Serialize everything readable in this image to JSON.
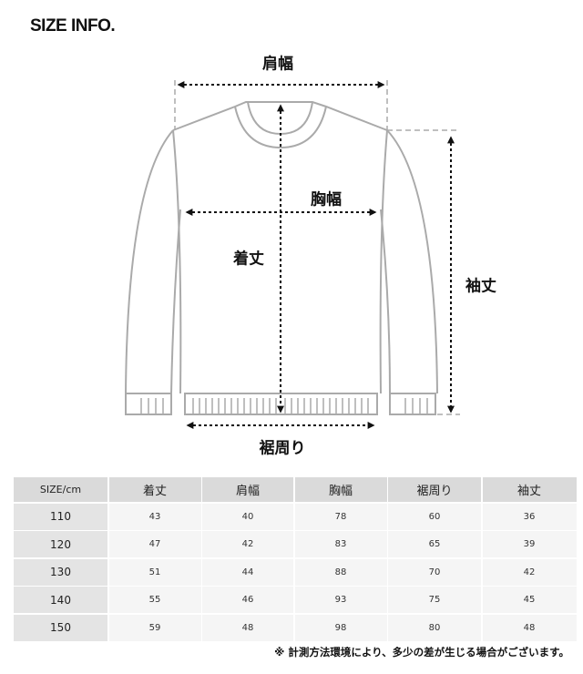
{
  "title": "SIZE INFO.",
  "diagram": {
    "shoulder_label": "肩幅",
    "chest_label": "胸幅",
    "length_label": "着丈",
    "sleeve_label": "袖丈",
    "hem_label": "裾周り"
  },
  "table": {
    "headers": [
      "SIZE/cm",
      "着丈",
      "肩幅",
      "胸幅",
      "裾周り",
      "袖丈"
    ],
    "rows": [
      [
        "110",
        "43",
        "40",
        "78",
        "60",
        "36"
      ],
      [
        "120",
        "47",
        "42",
        "83",
        "65",
        "39"
      ],
      [
        "130",
        "51",
        "44",
        "88",
        "70",
        "42"
      ],
      [
        "140",
        "55",
        "46",
        "93",
        "75",
        "45"
      ],
      [
        "150",
        "59",
        "48",
        "98",
        "80",
        "48"
      ]
    ]
  },
  "note": "※ 計測方法環境により、多少の差が生じる場合がございます。"
}
